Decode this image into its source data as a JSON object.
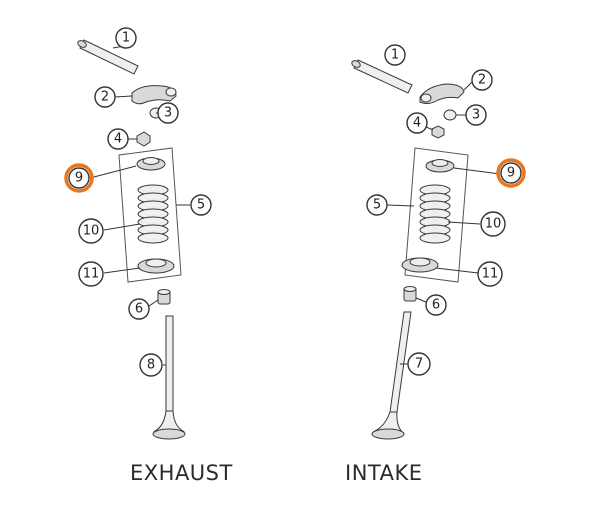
{
  "captions": {
    "exhaust": "EXHAUST",
    "intake": "INTAKE"
  },
  "highlight_color": "#e8761e",
  "exhaust": {
    "callouts": {
      "c1": "1",
      "c2": "2",
      "c3": "3",
      "c4": "4",
      "c5": "5",
      "c6": "6",
      "c8": "8",
      "c9": "9",
      "c10": "10",
      "c11": "11"
    },
    "highlighted": "9"
  },
  "intake": {
    "callouts": {
      "c1": "1",
      "c2": "2",
      "c3": "3",
      "c4": "4",
      "c5": "5",
      "c6": "6",
      "c7": "7",
      "c9": "9",
      "c10": "10",
      "c11": "11"
    },
    "highlighted": "9"
  }
}
